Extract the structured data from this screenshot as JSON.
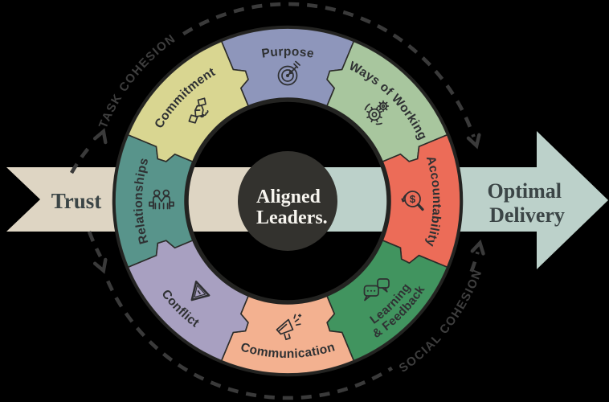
{
  "flow": {
    "left_label": "Trust",
    "right_label": [
      "Optimal",
      "Delivery"
    ],
    "left_band_color": "#ded5c3",
    "right_band_color": "#bcd1ca",
    "text_color": "#3b4546"
  },
  "center": {
    "lines": [
      "Aligned",
      "Leaders."
    ],
    "bg_color": "#33322e",
    "text_color": "#f7f5ef"
  },
  "arcs": {
    "top_label": "TASK COHESION",
    "bottom_label": "SOCIAL COHESION",
    "color": "#3e3e3e"
  },
  "segments": [
    {
      "label": "Purpose",
      "color": "#8e96bb",
      "icon": "target-icon"
    },
    {
      "label": "Ways of Working",
      "color": "#a8c69e",
      "icon": "gears-icon"
    },
    {
      "label": "Accountability",
      "color": "#ec6c58",
      "icon": "magnifier-dollar-icon",
      "icon_text": "$"
    },
    {
      "label": "Learning",
      "label2": "& Feedback",
      "color": "#41945f",
      "icon": "chat-bubbles-icon"
    },
    {
      "label": "Communication",
      "color": "#f3b190",
      "icon": "megaphone-icon"
    },
    {
      "label": "Conflict",
      "color": "#a8a0c1",
      "icon": "warning-triangle-icon"
    },
    {
      "label": "Relationships",
      "color": "#58948b",
      "icon": "people-icon"
    },
    {
      "label": "Commitment",
      "color": "#d9d691",
      "icon": "handshake-icon"
    }
  ],
  "label_color": "#2f3133",
  "icon_color": "#2e2f31"
}
